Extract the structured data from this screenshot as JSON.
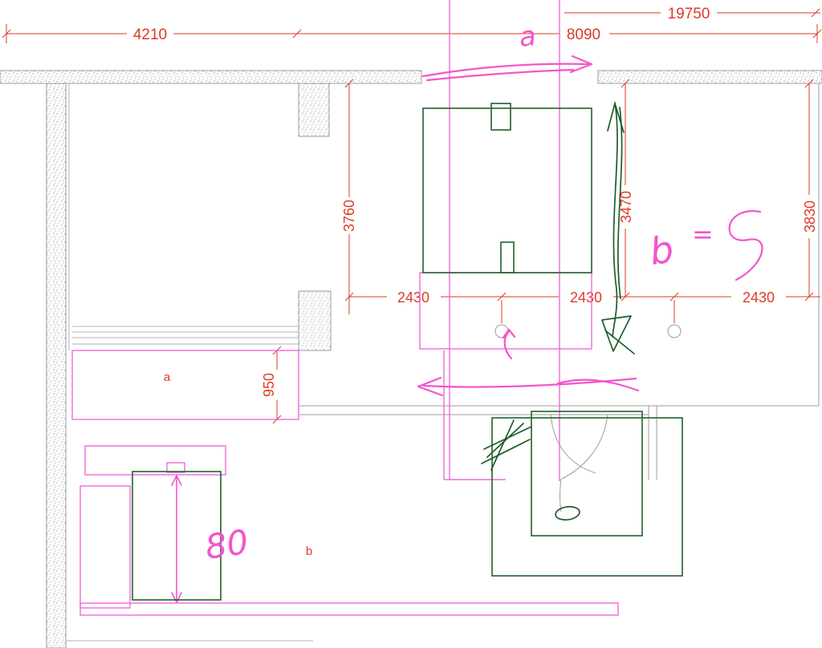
{
  "colors": {
    "dimension_red": "#dd3a26",
    "cad_magenta": "#f06ad8",
    "sketch_pink": "#f355cc",
    "cad_green": "#2d6a39",
    "sketch_green": "#1e5c2a",
    "wall_gray": "#9b9b9b"
  },
  "dimensions": {
    "total_width": "19750",
    "left_span": "4210",
    "right_span": "8090",
    "room_depth": "3760",
    "mid_depth": "3470",
    "right_depth": "3830",
    "bays": [
      "2430",
      "2430",
      "2430"
    ],
    "counter_depth": "950"
  },
  "labels": {
    "area_a": "a",
    "area_b": "b"
  },
  "sketch": {
    "letter_a": "a",
    "letter_b": "b",
    "equals": "=",
    "number_80": "80"
  }
}
